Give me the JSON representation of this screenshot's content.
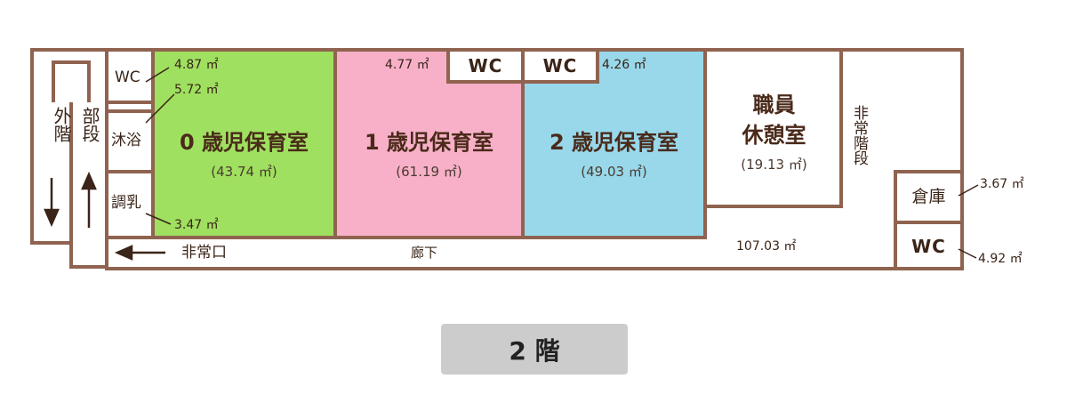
{
  "colors": {
    "wall": "#8f6350",
    "room0": "#9fe060",
    "room1": "#f7b0c8",
    "room2": "#98d8ea",
    "badge": "#cccccc"
  },
  "rooms": {
    "room0": {
      "title": "0 歳児保育室",
      "area": "(43.74 ㎡)"
    },
    "room1": {
      "title": "1 歳児保育室",
      "area": "(61.19 ㎡)"
    },
    "room2": {
      "title": "2 歳児保育室",
      "area": "(49.03 ㎡)"
    },
    "staff": {
      "title_line1": "職員",
      "title_line2": "休憩室",
      "area": "(19.13 ㎡)"
    }
  },
  "labels": {
    "outer_stairs_1": "外階",
    "outer_stairs_2": "部段",
    "wc": "WC",
    "bath": "沐浴",
    "milk": "調乳",
    "emergency_stairs": "非常階段",
    "storage": "倉庫",
    "emergency_exit": "非常口",
    "corridor": "廊下"
  },
  "areas": {
    "wc_left": "4.87 ㎡",
    "bath": "5.72 ㎡",
    "milk": "3.47 ㎡",
    "wc_top_left": "4.77 ㎡",
    "wc_top_right": "4.26 ㎡",
    "corridor": "107.03 ㎡",
    "storage": "3.67 ㎡",
    "wc_right": "4.92 ㎡"
  },
  "floor": "2 階"
}
